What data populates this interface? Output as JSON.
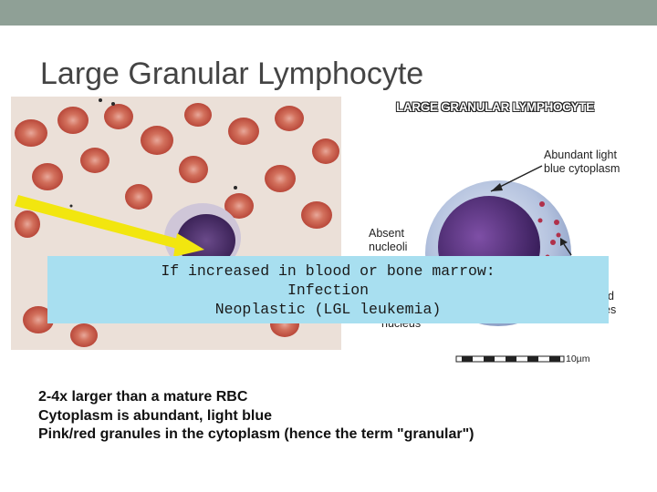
{
  "slide": {
    "title": "Large Granular Lymphocyte",
    "topbar_color": "#8fa096"
  },
  "diagram": {
    "title": "LARGE GRANULAR LYMPHOCYTE",
    "label_cytoplasm_line1": "Abundant light",
    "label_cytoplasm_line2": "blue cytoplasm",
    "label_nucleoli_line1": "Absent",
    "label_nucleoli_line2": "nucleoli",
    "label_partial_right_1": "d",
    "label_partial_right_2": "es",
    "label_partial_bottom": "nucleus",
    "scale_label": "10µm"
  },
  "overlay": {
    "line1": "If increased in blood or bone marrow:",
    "line2": "Infection",
    "line3": "Neoplastic (LGL leukemia)",
    "background": "#a8dff0"
  },
  "bullets": [
    "2-4x larger than a mature RBC",
    "Cytoplasm is abundant, light blue",
    "Pink/red granules in the cytoplasm (hence the term \"granular\")"
  ]
}
